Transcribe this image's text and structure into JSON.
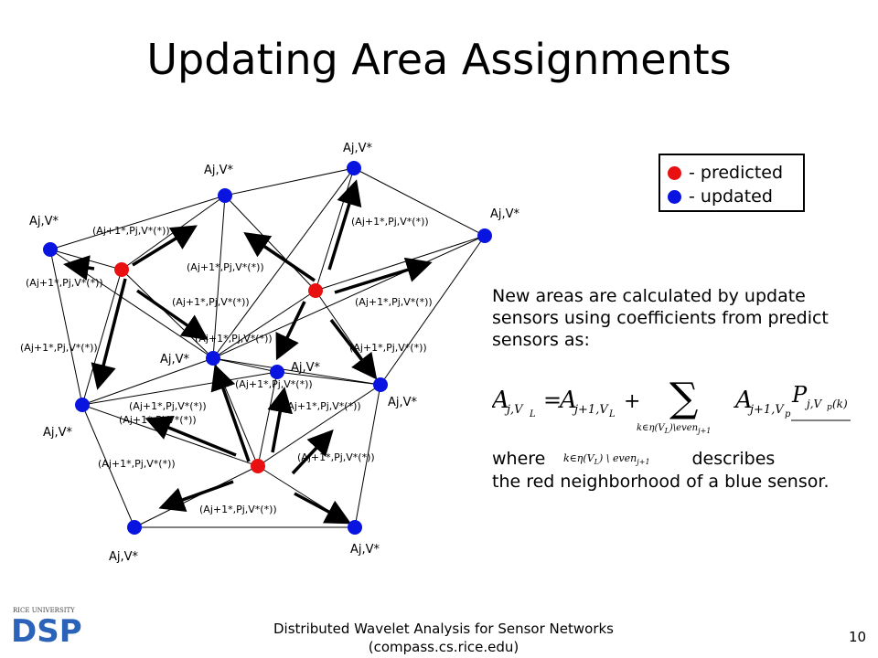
{
  "title": "Updating Area Assignments",
  "colors": {
    "predicted": "#e81010",
    "updated": "#0a14e0",
    "edge": "#000000"
  },
  "legend": [
    {
      "color": "#e81010",
      "label": "- predicted"
    },
    {
      "color": "#0a14e0",
      "label": "- updated"
    }
  ],
  "blue_node_labels": [
    "Aj,V*",
    "Aj,V*",
    "Aj,V*",
    "Aj,V*",
    "Aj,V*",
    "Aj,V*",
    "Aj,V*",
    "Aj,V*",
    "Aj,V*",
    "Aj,V*",
    "Aj,V*"
  ],
  "arrow_label_text": "(Aj+1*,Pj,V*(*))",
  "arrow_label_count": 17,
  "explanation": "New areas are calculated by update sensors using coefficients from predict sensors as:",
  "formula": {
    "lhs": "A",
    "lhs_sub": "j,V",
    "lhs_subsub": "L",
    "eq": "=",
    "term1": "A",
    "term1_sub": "j+1,V",
    "term1_subsub": "L",
    "plus": "+",
    "sum": "∑",
    "sum_index": "k∈η(V",
    "sum_index_sub": "L",
    "sum_index_rest": ")\\even",
    "sum_index_rest_sub": "j+1",
    "term2": "A",
    "term2_sub": "j+1,V",
    "term2_subsub": "p",
    "term3": "P",
    "term3_sub": "j,V",
    "term3_subsub": "p",
    "term3_arg": "(k)"
  },
  "where_word": "where",
  "where_set": "k∈η(V",
  "where_set_sub": "L",
  "where_set_rest": ") \\ even",
  "where_set_rest_sub": "j+1",
  "where_rest": "describes",
  "where_line2": "the red neighborhood of a blue sensor.",
  "footer_line1": "Distributed Wavelet Analysis for Sensor Networks",
  "footer_line2": "(compass.cs.rice.edu)",
  "page_number": "10",
  "logo_top": "RICE UNIVERSITY",
  "logo_main": "DSP"
}
